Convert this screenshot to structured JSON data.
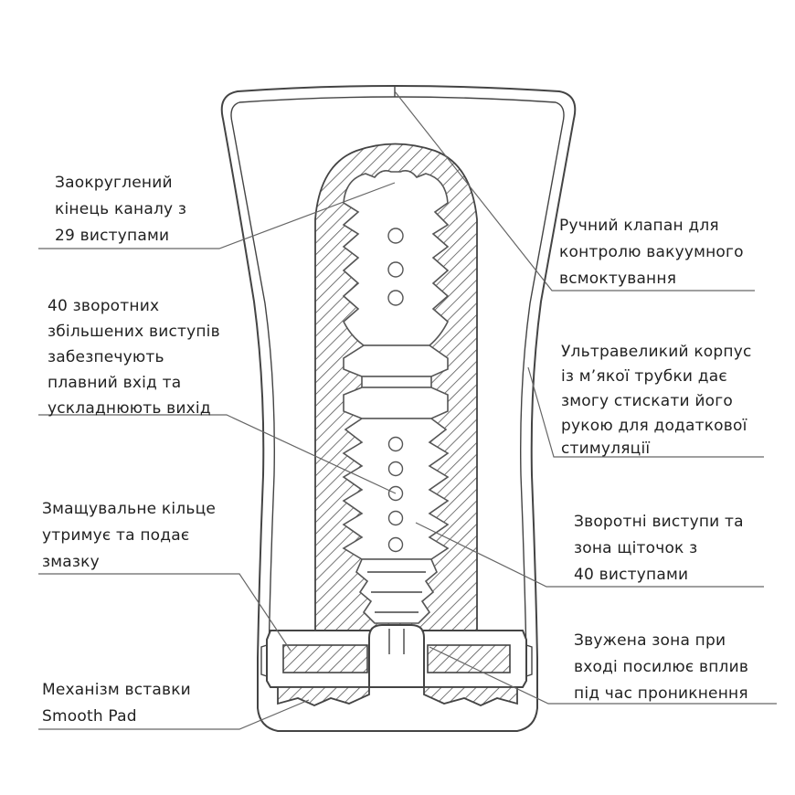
{
  "callouts": {
    "left": [
      {
        "id": "rounded-end",
        "lines": [
          "Заокруглений",
          "кінець каналу з",
          "29 виступами"
        ]
      },
      {
        "id": "reverse-bumps",
        "lines": [
          "40 зворотних",
          "збільшених виступів",
          "забезпечують",
          "плавний вхід та",
          "ускладнюють вихід"
        ]
      },
      {
        "id": "lube-ring",
        "lines": [
          "Змащувальне кільце",
          "утримує та подає",
          "змазку"
        ]
      },
      {
        "id": "smooth-pad",
        "lines": [
          "Механізм вставки",
          "Smooth Pad"
        ]
      }
    ],
    "right": [
      {
        "id": "valve",
        "lines": [
          "Ручний клапан для",
          "контролю вакуумного",
          "всмоктування"
        ]
      },
      {
        "id": "soft-body",
        "lines": [
          "Ультравеликий корпус",
          "із м’якої трубки дає",
          "змогу стискати його",
          "рукою для додаткової",
          "стимуляції"
        ]
      },
      {
        "id": "brush-zone",
        "lines": [
          "Зворотні виступи та",
          "зона щіточок з",
          "40 виступами"
        ]
      },
      {
        "id": "narrow-entry",
        "lines": [
          "Звужена зона при",
          "вході посилює вплив",
          "під час проникнення"
        ]
      }
    ]
  },
  "colors": {
    "line": "#444444",
    "text": "#222222",
    "background": "#ffffff"
  }
}
